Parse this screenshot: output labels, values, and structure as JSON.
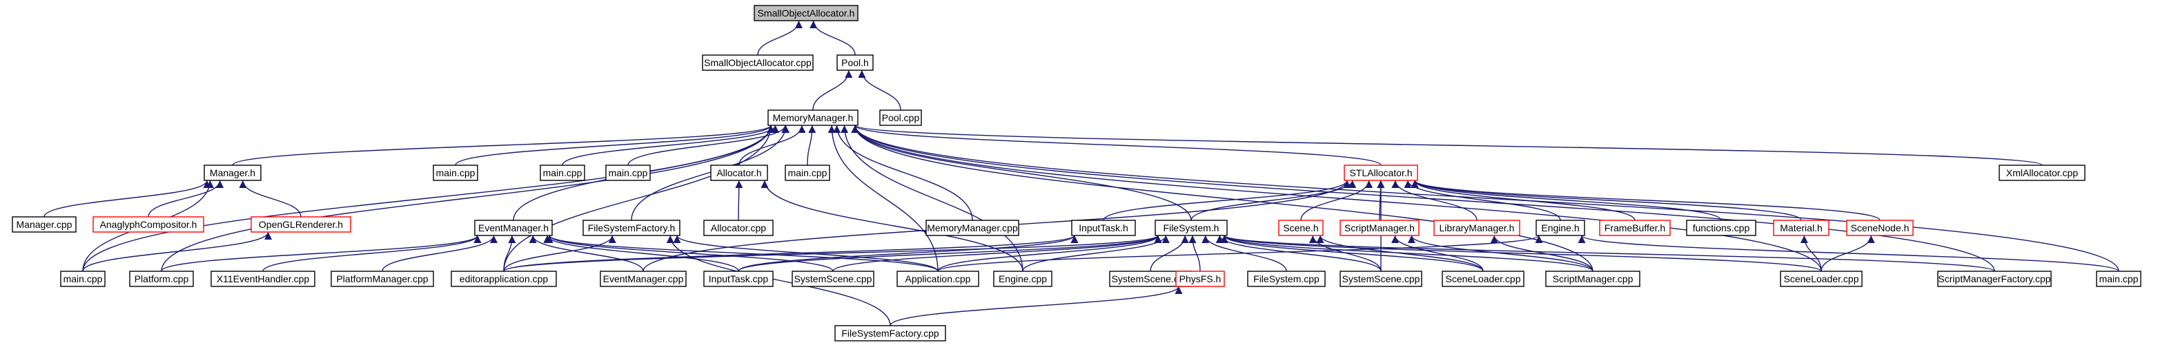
{
  "colors": {
    "edge": "#191970",
    "root_fill": "#bfbfbf",
    "incomplete_border": "#ff0000",
    "normal_border": "#000000"
  },
  "nodes": [
    {
      "id": "small_h",
      "label": "SmallObjectAllocator.h",
      "style": "root"
    },
    {
      "id": "small_cpp",
      "label": "SmallObjectAllocator.cpp",
      "style": "normal"
    },
    {
      "id": "pool_h",
      "label": "Pool.h",
      "style": "normal"
    },
    {
      "id": "pool_cpp",
      "label": "Pool.cpp",
      "style": "normal"
    },
    {
      "id": "memmgr_h",
      "label": "MemoryManager.h",
      "style": "normal"
    },
    {
      "id": "manager_h",
      "label": "Manager.h",
      "style": "normal"
    },
    {
      "id": "main1",
      "label": "main.cpp",
      "style": "normal"
    },
    {
      "id": "main2",
      "label": "main.cpp",
      "style": "normal"
    },
    {
      "id": "main3",
      "label": "main.cpp",
      "style": "normal"
    },
    {
      "id": "allocator_h",
      "label": "Allocator.h",
      "style": "normal"
    },
    {
      "id": "main4",
      "label": "main.cpp",
      "style": "normal"
    },
    {
      "id": "stlalloc_h",
      "label": "STLAllocator.h",
      "style": "red"
    },
    {
      "id": "xmlalloc_cpp",
      "label": "XmlAllocator.cpp",
      "style": "normal"
    },
    {
      "id": "manager_cpp",
      "label": "Manager.cpp",
      "style": "normal"
    },
    {
      "id": "anaglyph_h",
      "label": "AnaglyphCompositor.h",
      "style": "red"
    },
    {
      "id": "oglrend_h",
      "label": "OpenGLRenderer.h",
      "style": "red"
    },
    {
      "id": "eventmgr_h",
      "label": "EventManager.h",
      "style": "normal"
    },
    {
      "id": "fsfactory_h",
      "label": "FileSystemFactory.h",
      "style": "normal"
    },
    {
      "id": "allocator_cpp",
      "label": "Allocator.cpp",
      "style": "normal"
    },
    {
      "id": "memmgr_cpp",
      "label": "MemoryManager.cpp",
      "style": "normal"
    },
    {
      "id": "inputtask_h",
      "label": "InputTask.h",
      "style": "normal"
    },
    {
      "id": "filesystem_h",
      "label": "FileSystem.h",
      "style": "normal"
    },
    {
      "id": "scene_h",
      "label": "Scene.h",
      "style": "red"
    },
    {
      "id": "scriptmgr_h",
      "label": "ScriptManager.h",
      "style": "red"
    },
    {
      "id": "libmgr_h",
      "label": "LibraryManager.h",
      "style": "red"
    },
    {
      "id": "engine_h",
      "label": "Engine.h",
      "style": "normal"
    },
    {
      "id": "framebuffer_h",
      "label": "FrameBuffer.h",
      "style": "red"
    },
    {
      "id": "functions_cpp",
      "label": "functions.cpp",
      "style": "normal"
    },
    {
      "id": "material_h",
      "label": "Material.h",
      "style": "red"
    },
    {
      "id": "scenenode_h",
      "label": "SceneNode.h",
      "style": "red"
    },
    {
      "id": "main5",
      "label": "main.cpp",
      "style": "normal"
    },
    {
      "id": "platform_cpp",
      "label": "Platform.cpp",
      "style": "normal"
    },
    {
      "id": "x11_cpp",
      "label": "X11EventHandler.cpp",
      "style": "normal"
    },
    {
      "id": "platformmgr_cpp",
      "label": "PlatformManager.cpp",
      "style": "normal"
    },
    {
      "id": "editorapp_cpp",
      "label": "editorapplication.cpp",
      "style": "normal"
    },
    {
      "id": "eventmgr_cpp",
      "label": "EventManager.cpp",
      "style": "normal"
    },
    {
      "id": "inputtask_cpp",
      "label": "InputTask.cpp",
      "style": "normal"
    },
    {
      "id": "sysscene1",
      "label": "SystemScene.cpp",
      "style": "normal"
    },
    {
      "id": "application_cpp",
      "label": "Application.cpp",
      "style": "normal"
    },
    {
      "id": "engine_cpp",
      "label": "Engine.cpp",
      "style": "normal"
    },
    {
      "id": "sysscene2",
      "label": "SystemScene.cpp",
      "style": "normal"
    },
    {
      "id": "physfs_h",
      "label": "PhysFS.h",
      "style": "red"
    },
    {
      "id": "filesystem_cpp",
      "label": "FileSystem.cpp",
      "style": "normal"
    },
    {
      "id": "sysscene3",
      "label": "SystemScene.cpp",
      "style": "normal"
    },
    {
      "id": "sceneloader1",
      "label": "SceneLoader.cpp",
      "style": "normal"
    },
    {
      "id": "scriptmgr_cpp",
      "label": "ScriptManager.cpp",
      "style": "normal"
    },
    {
      "id": "sceneloader2",
      "label": "SceneLoader.cpp",
      "style": "normal"
    },
    {
      "id": "scriptmgrfactory_cpp",
      "label": "ScriptManagerFactory.cpp",
      "style": "normal"
    },
    {
      "id": "main6",
      "label": "main.cpp",
      "style": "normal"
    },
    {
      "id": "fsfactory_cpp",
      "label": "FileSystemFactory.cpp",
      "style": "normal"
    }
  ],
  "edges": [
    [
      "small_cpp",
      "small_h"
    ],
    [
      "pool_h",
      "small_h"
    ],
    [
      "memmgr_h",
      "pool_h"
    ],
    [
      "pool_cpp",
      "pool_h"
    ],
    [
      "manager_h",
      "memmgr_h"
    ],
    [
      "main1",
      "memmgr_h"
    ],
    [
      "main2",
      "memmgr_h"
    ],
    [
      "main3",
      "memmgr_h"
    ],
    [
      "allocator_h",
      "memmgr_h"
    ],
    [
      "main4",
      "memmgr_h"
    ],
    [
      "stlalloc_h",
      "memmgr_h"
    ],
    [
      "xmlalloc_cpp",
      "memmgr_h"
    ],
    [
      "eventmgr_h",
      "memmgr_h"
    ],
    [
      "fsfactory_h",
      "memmgr_h"
    ],
    [
      "memmgr_cpp",
      "memmgr_h"
    ],
    [
      "filesystem_h",
      "memmgr_h"
    ],
    [
      "main5",
      "memmgr_h"
    ],
    [
      "platform_cpp",
      "memmgr_h"
    ],
    [
      "editorapp_cpp",
      "memmgr_h"
    ],
    [
      "application_cpp",
      "memmgr_h"
    ],
    [
      "engine_cpp",
      "memmgr_h"
    ],
    [
      "scriptmgr_cpp",
      "memmgr_h"
    ],
    [
      "sceneloader2",
      "memmgr_h"
    ],
    [
      "scriptmgrfactory_cpp",
      "memmgr_h"
    ],
    [
      "main6",
      "memmgr_h"
    ],
    [
      "manager_cpp",
      "manager_h"
    ],
    [
      "anaglyph_h",
      "manager_h"
    ],
    [
      "oglrend_h",
      "manager_h"
    ],
    [
      "main5",
      "manager_h"
    ],
    [
      "main5",
      "oglrend_h"
    ],
    [
      "allocator_cpp",
      "allocator_h"
    ],
    [
      "engine_cpp",
      "allocator_h"
    ],
    [
      "inputtask_h",
      "stlalloc_h"
    ],
    [
      "filesystem_h",
      "stlalloc_h"
    ],
    [
      "scene_h",
      "stlalloc_h"
    ],
    [
      "scriptmgr_h",
      "stlalloc_h"
    ],
    [
      "libmgr_h",
      "stlalloc_h"
    ],
    [
      "engine_h",
      "stlalloc_h"
    ],
    [
      "framebuffer_h",
      "stlalloc_h"
    ],
    [
      "functions_cpp",
      "stlalloc_h"
    ],
    [
      "material_h",
      "stlalloc_h"
    ],
    [
      "scenenode_h",
      "stlalloc_h"
    ],
    [
      "sysscene3",
      "stlalloc_h"
    ],
    [
      "eventmgr_cpp",
      "stlalloc_h"
    ],
    [
      "platform_cpp",
      "eventmgr_h"
    ],
    [
      "x11_cpp",
      "eventmgr_h"
    ],
    [
      "platformmgr_cpp",
      "eventmgr_h"
    ],
    [
      "editorapp_cpp",
      "eventmgr_h"
    ],
    [
      "eventmgr_cpp",
      "eventmgr_h"
    ],
    [
      "inputtask_cpp",
      "eventmgr_h"
    ],
    [
      "sysscene1",
      "eventmgr_h"
    ],
    [
      "application_cpp",
      "eventmgr_h"
    ],
    [
      "editorapp_cpp",
      "fsfactory_h"
    ],
    [
      "fsfactory_cpp",
      "fsfactory_h"
    ],
    [
      "application_cpp",
      "fsfactory_h"
    ],
    [
      "inputtask_cpp",
      "inputtask_h"
    ],
    [
      "editorapp_cpp",
      "inputtask_h"
    ],
    [
      "editorapp_cpp",
      "filesystem_h"
    ],
    [
      "inputtask_cpp",
      "filesystem_h"
    ],
    [
      "sysscene1",
      "filesystem_h"
    ],
    [
      "application_cpp",
      "filesystem_h"
    ],
    [
      "engine_cpp",
      "filesystem_h"
    ],
    [
      "sysscene2",
      "filesystem_h"
    ],
    [
      "physfs_h",
      "filesystem_h"
    ],
    [
      "filesystem_cpp",
      "filesystem_h"
    ],
    [
      "sysscene3",
      "filesystem_h"
    ],
    [
      "sceneloader1",
      "filesystem_h"
    ],
    [
      "scriptmgr_cpp",
      "filesystem_h"
    ],
    [
      "sceneloader2",
      "filesystem_h"
    ],
    [
      "scriptmgrfactory_cpp",
      "filesystem_h"
    ],
    [
      "fsfactory_cpp",
      "physfs_h"
    ],
    [
      "sceneloader1",
      "scene_h"
    ],
    [
      "sysscene3",
      "scene_h"
    ],
    [
      "sceneloader1",
      "scriptmgr_h"
    ],
    [
      "scriptmgr_cpp",
      "scriptmgr_h"
    ],
    [
      "scriptmgr_cpp",
      "libmgr_h"
    ],
    [
      "main6",
      "engine_h"
    ],
    [
      "application_cpp",
      "engine_h"
    ],
    [
      "sceneloader2",
      "material_h"
    ],
    [
      "sceneloader2",
      "scenenode_h"
    ]
  ]
}
